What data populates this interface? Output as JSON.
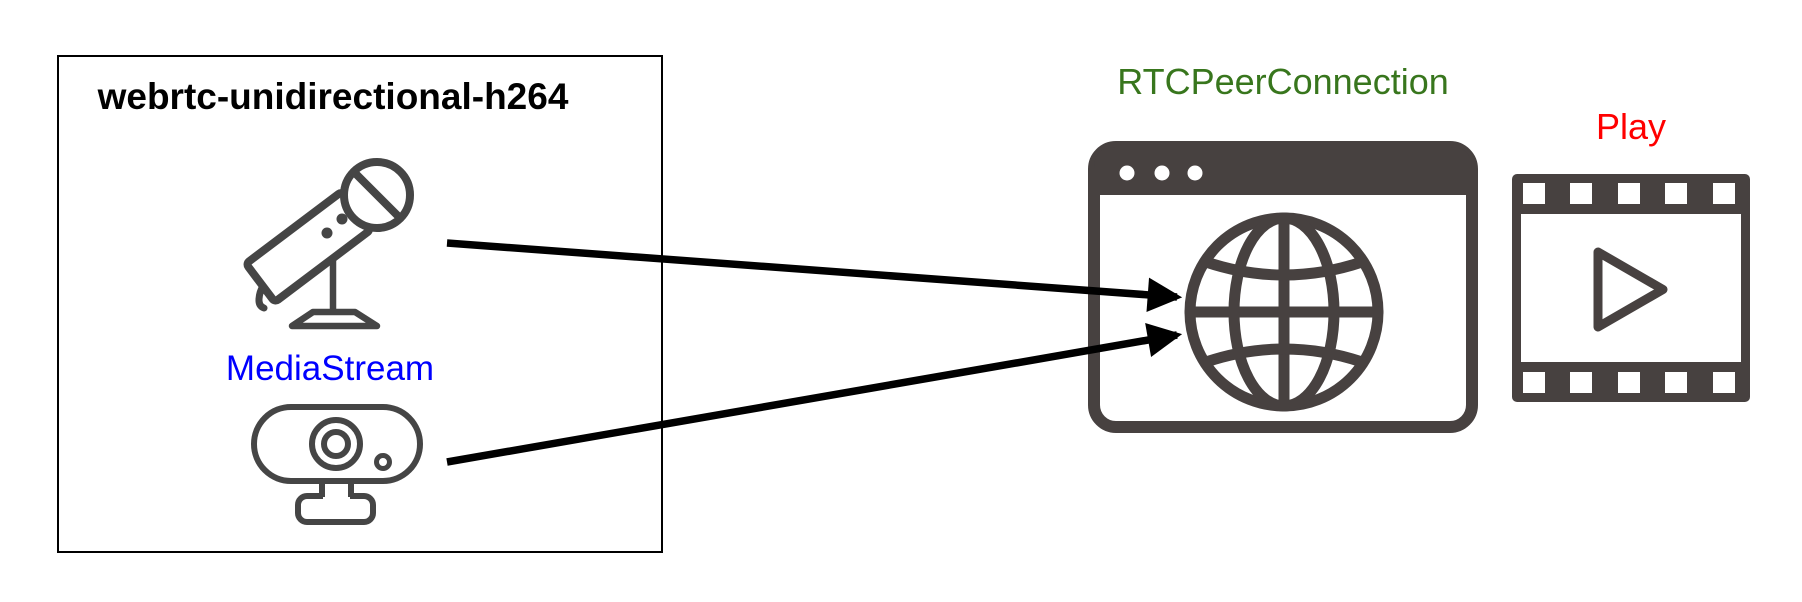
{
  "diagram": {
    "source_box": {
      "title": "webrtc-unidirectional-h264",
      "media_stream_label": "MediaStream",
      "icons": [
        "microphone-icon",
        "webcam-icon"
      ]
    },
    "peer_connection": {
      "label": "RTCPeerConnection",
      "icons": [
        "browser-window-icon",
        "globe-icon"
      ]
    },
    "player": {
      "label": "Play",
      "icons": [
        "film-strip-icon",
        "play-triangle-icon"
      ]
    },
    "arrows": [
      {
        "name": "audio-stream-arrow",
        "from": "microphone-icon",
        "to": "globe-icon"
      },
      {
        "name": "video-stream-arrow",
        "from": "webcam-icon",
        "to": "globe-icon"
      }
    ],
    "colors": {
      "background": "#ffffff",
      "box_border": "#000000",
      "box_title": "#000000",
      "media_stream_label": "#0000ff",
      "peer_connection_label": "#38761d",
      "play_label": "#ff0000",
      "icon_dark": "#474140",
      "icon_outline": "#454545",
      "arrow": "#000000"
    }
  }
}
